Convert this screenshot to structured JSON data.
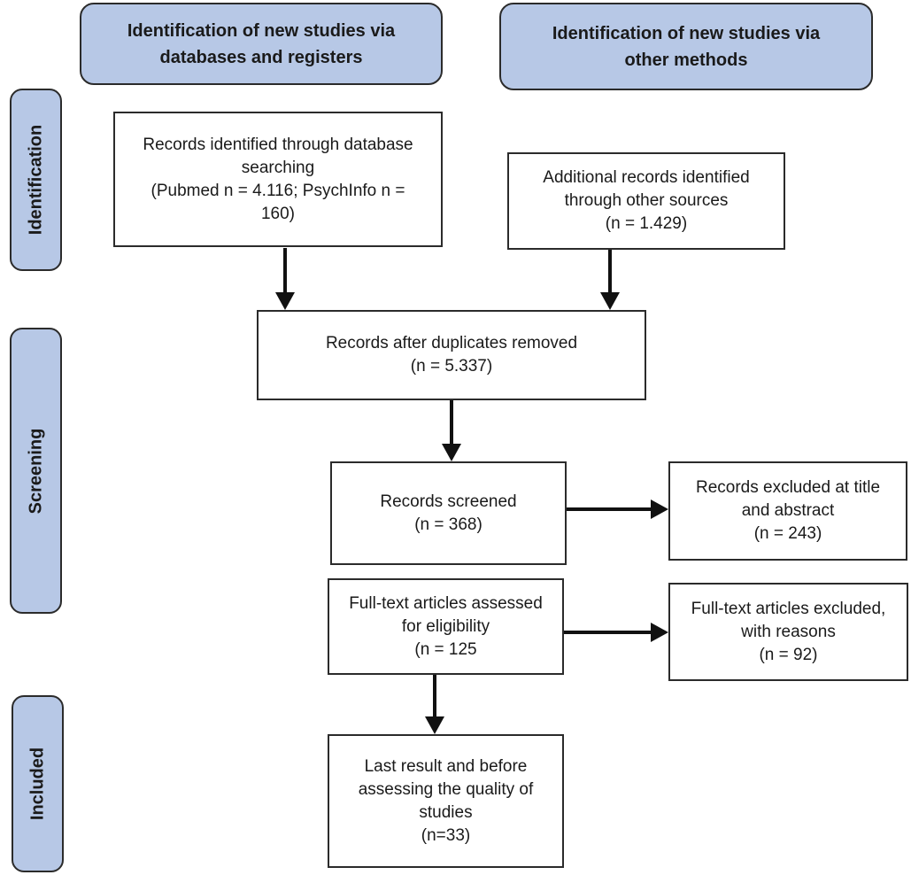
{
  "headers": {
    "databases": [
      "Identification of new studies via",
      "databases and registers"
    ],
    "other": [
      "Identification of new studies via",
      "other methods"
    ]
  },
  "phases": {
    "identification": "Identification",
    "screening": "Screening",
    "included": "Included"
  },
  "boxes": {
    "database_records": [
      "Records identified through database",
      "searching",
      "(Pubmed n = 4.116; PsychInfo n =",
      "160)"
    ],
    "other_records": [
      "Additional records identified",
      "through other sources",
      "(n = 1.429)"
    ],
    "after_duplicates": [
      "Records after duplicates removed",
      "(n = 5.337)"
    ],
    "screened": [
      "Records screened",
      "(n = 368)"
    ],
    "excluded_title": [
      "Records excluded at title",
      "and abstract",
      "(n = 243)"
    ],
    "fulltext_assessed": [
      "Full-text articles assessed",
      "for eligibility",
      "(n = 125"
    ],
    "fulltext_excluded": [
      "Full-text articles excluded,",
      "with reasons",
      "(n = 92)"
    ],
    "included": [
      "Last result and before",
      "assessing the quality of",
      "studies",
      "(n=33)"
    ]
  },
  "colors": {
    "header_fill": "#b7c8e6",
    "border": "#2b2b2b",
    "arrow": "#111111"
  }
}
